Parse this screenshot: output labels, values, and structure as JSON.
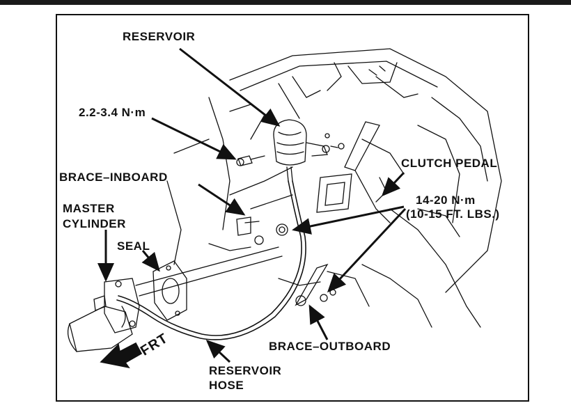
{
  "labels": {
    "reservoir": "RESERVOIR",
    "torque_small": "2.2-3.4 N·m",
    "clutch_pedal": "CLUTCH PEDAL",
    "brace_inboard": "BRACE–INBOARD",
    "torque_large_line1": "14-20 N·m",
    "torque_large_line2": "(10-15 FT. LBS.)",
    "master_cylinder_line1": "MASTER",
    "master_cylinder_line2": "CYLINDER",
    "seal": "SEAL",
    "brace_outboard": "BRACE–OUTBOARD",
    "reservoir_hose_line1": "RESERVOIR",
    "reservoir_hose_line2": "HOSE",
    "front_arrow": "FRT"
  },
  "colors": {
    "ink": "#111111",
    "paper": "#ffffff"
  }
}
